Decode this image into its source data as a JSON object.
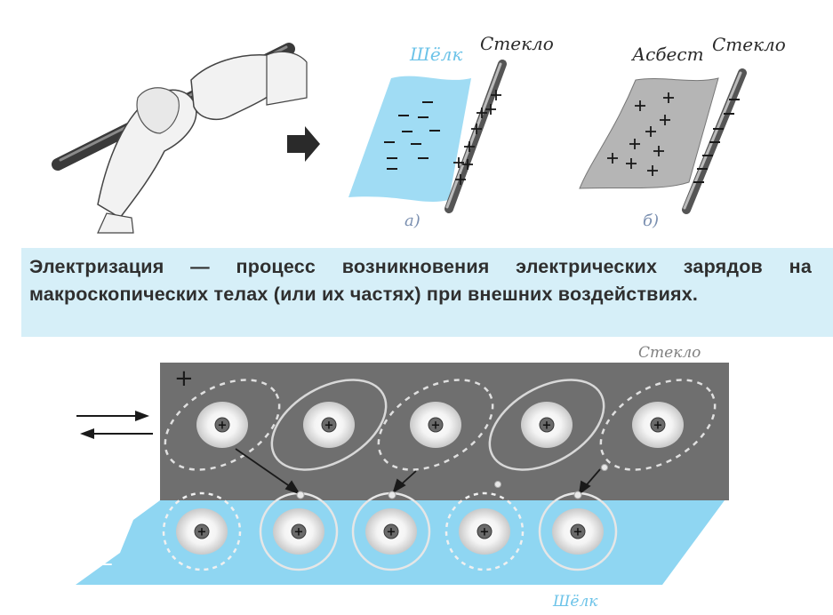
{
  "figure_top": {
    "silk_label": "Шёлк",
    "glass_label_a": "Стекло",
    "asbestos_label": "Асбест",
    "glass_label_b": "Стекло",
    "caption_a": "а)",
    "caption_b": "б)"
  },
  "definition": {
    "text": "Электризация — процесс возникновения электрических зарядов на макроскопических телах (или их частях) при внешних воздействиях."
  },
  "figure_bottom": {
    "glass_label": "Стекло",
    "silk_label": "Шёлк",
    "plus_sign": "+",
    "minus_sign": "–",
    "nucleus_sign": "+"
  },
  "colors": {
    "silk_blue": "#8fd6f2",
    "glass_gray": "#6f6f6f",
    "definition_bg": "#d6eff8"
  }
}
